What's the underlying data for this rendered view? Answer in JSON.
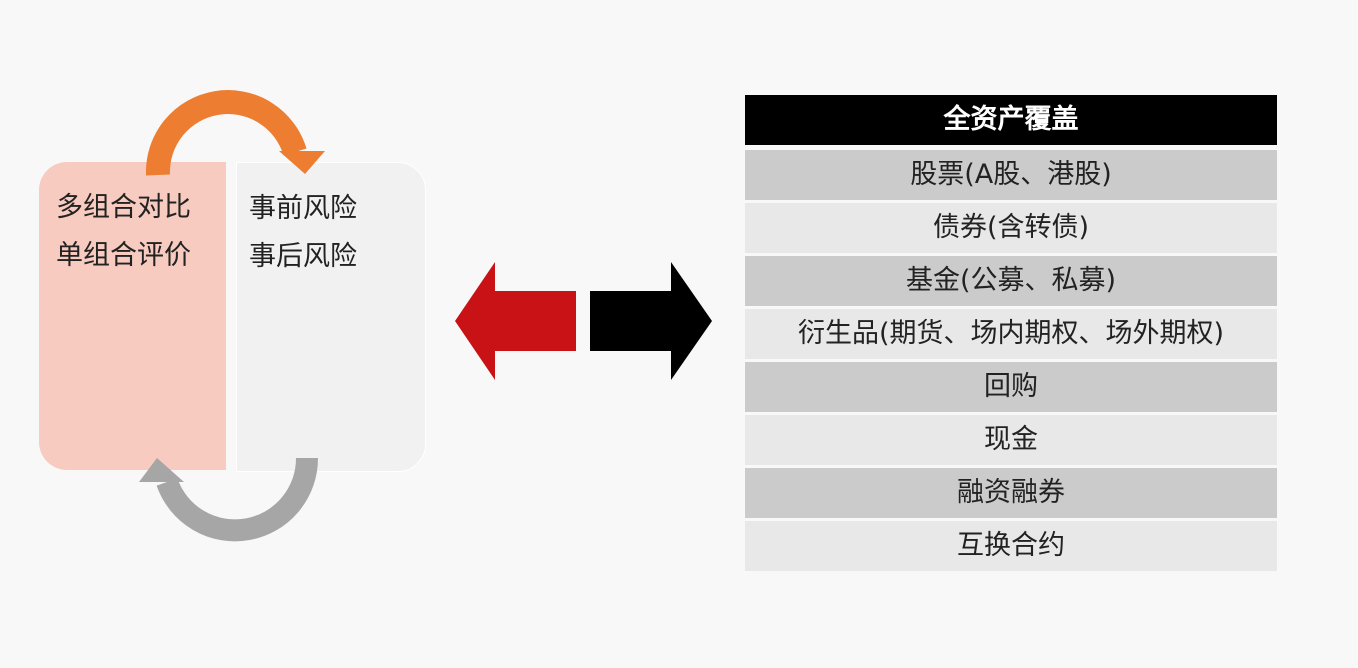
{
  "left_panel": {
    "lines": [
      "多组合对比",
      "单组合评价"
    ]
  },
  "right_panel": {
    "lines": [
      "事前风险",
      "事后风险"
    ]
  },
  "colors": {
    "orange_arrow": "#ed7d31",
    "gray_arrow": "#a6a6a6",
    "red_arrow": "#c81216",
    "black_arrow": "#000000"
  },
  "asset_table": {
    "header": "全资产覆盖",
    "rows": [
      "股票(A股、港股)",
      "债券(含转债)",
      "基金(公募、私募)",
      "衍生品(期货、场内期权、场外期权)",
      "回购",
      "现金",
      "融资融券",
      "互换合约"
    ]
  }
}
